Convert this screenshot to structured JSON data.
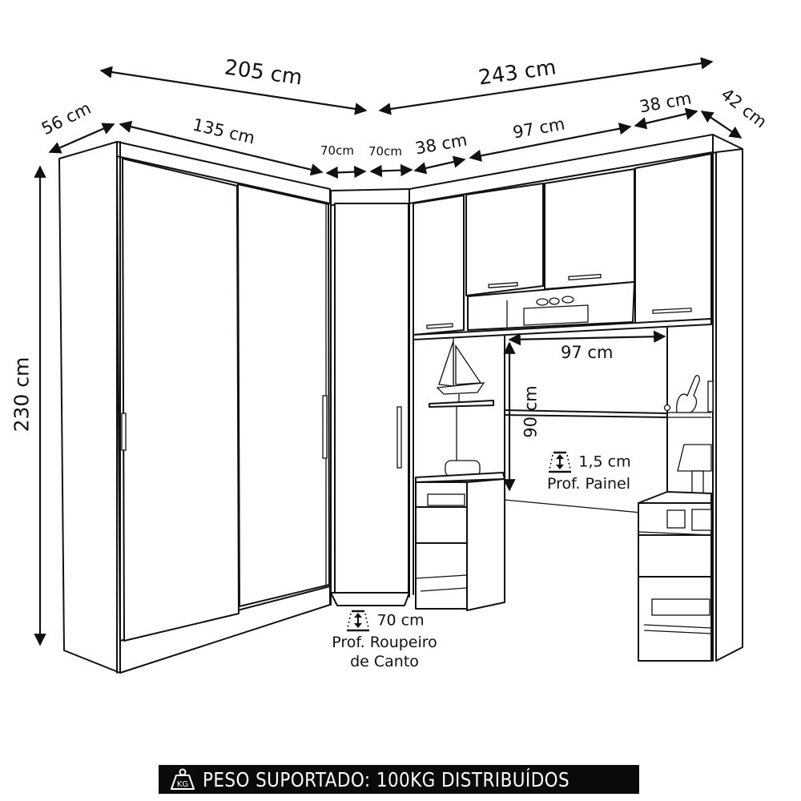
{
  "dimensions": {
    "total_left_width": "205 cm",
    "total_right_width": "243 cm",
    "left_depth": "56 cm",
    "wardrobe_width": "135 cm",
    "corner_left": "70cm",
    "corner_right": "70cm",
    "upper_left_cabinet": "38 cm",
    "upper_middle_cabinets": "97 cm",
    "upper_right_cabinet": "38 cm",
    "right_depth": "42 cm",
    "height": "230 cm",
    "panel_width": "97 cm",
    "panel_height": "90 cm"
  },
  "notes": {
    "corner_depth": {
      "icon": "depth-icon",
      "value": "70 cm",
      "line1": "Prof. Roupeiro",
      "line2": "de Canto"
    },
    "panel_depth": {
      "icon": "depth-icon",
      "value": "1,5 cm",
      "line1": "Prof. Painel"
    }
  },
  "banner": {
    "icon": "kg-weight-icon",
    "text": "PESO SUPORTADO: 100KG DISTRIBUÍDOS",
    "background": "#0a0a0a",
    "color": "#ffffff"
  }
}
